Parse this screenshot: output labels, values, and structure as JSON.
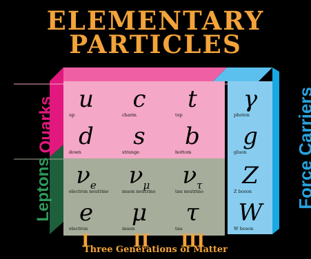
{
  "title_line1": "ELEMENTARY",
  "title_line2": "PARTICLES",
  "labels": {
    "quarks": "Quarks",
    "leptons": "Leptons",
    "force_carriers": "Force Carriers"
  },
  "generations": [
    "I",
    "II",
    "III"
  ],
  "subtitle": "Three Generations of Matter",
  "particles": {
    "up": {
      "symbol": "u",
      "name": "up"
    },
    "charm": {
      "symbol": "c",
      "name": "charm"
    },
    "top": {
      "symbol": "t",
      "name": "top"
    },
    "down": {
      "symbol": "d",
      "name": "down"
    },
    "strange": {
      "symbol": "s",
      "name": "strange"
    },
    "bottom": {
      "symbol": "b",
      "name": "bottom"
    },
    "electron_neutrino": {
      "symbol": "ν",
      "sub": "e",
      "name": "electron neutrino"
    },
    "muon_neutrino": {
      "symbol": "ν",
      "sub": "μ",
      "name": "muon neutrino"
    },
    "tau_neutrino": {
      "symbol": "ν",
      "sub": "τ",
      "name": "tau neutrino"
    },
    "electron": {
      "symbol": "e",
      "name": "electron"
    },
    "muon": {
      "symbol": "μ",
      "name": "muon"
    },
    "tau": {
      "symbol": "τ",
      "name": "tau"
    },
    "photon": {
      "symbol": "γ",
      "name": "photon"
    },
    "gluon": {
      "symbol": "g",
      "name": "gluon"
    },
    "z_boson": {
      "symbol": "Z",
      "name": "Z boson"
    },
    "w_boson": {
      "symbol": "W",
      "name": "W boson"
    }
  },
  "colors": {
    "title": "#f2a33a",
    "quark_face": "#f4a7c6",
    "quark_side": "#e2187e",
    "quark_top": "#ee5fa4",
    "lepton_face": "#a7ad9b",
    "lepton_side": "#1e5f3c",
    "lepton_top": "#2e7c50",
    "boson_face": "#88cdf0",
    "boson_side": "#1aa8e2",
    "label_quarks": "#e2187e",
    "label_leptons": "#2e9a5a",
    "label_force": "#27a3df"
  }
}
